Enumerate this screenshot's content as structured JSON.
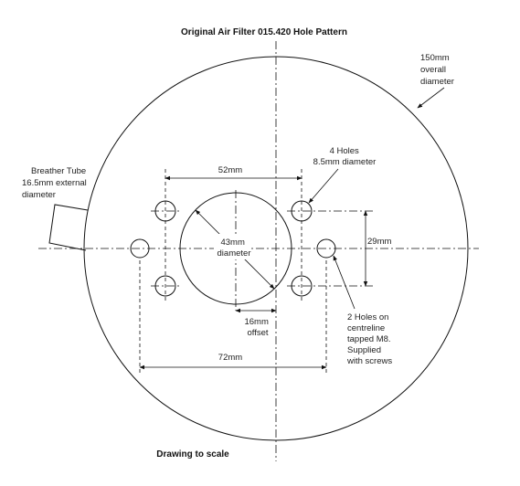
{
  "title": "Original Air Filter 015.420 Hole Pattern",
  "footer": "Drawing to scale",
  "labels": {
    "overall": [
      "150mm",
      "overall",
      "diameter"
    ],
    "breather": [
      "Breather Tube",
      "16.5mm external",
      "diameter"
    ],
    "four_holes": [
      "4 Holes",
      "8.5mm diameter"
    ],
    "dim_52": "52mm",
    "dim_43": [
      "43mm",
      "diameter"
    ],
    "dim_29": "29mm",
    "dim_16": [
      "16mm",
      "offset"
    ],
    "two_holes": [
      "2 Holes on",
      "centreline",
      "tapped M8.",
      "Supplied",
      "with screws"
    ],
    "dim_72": "72mm"
  }
}
